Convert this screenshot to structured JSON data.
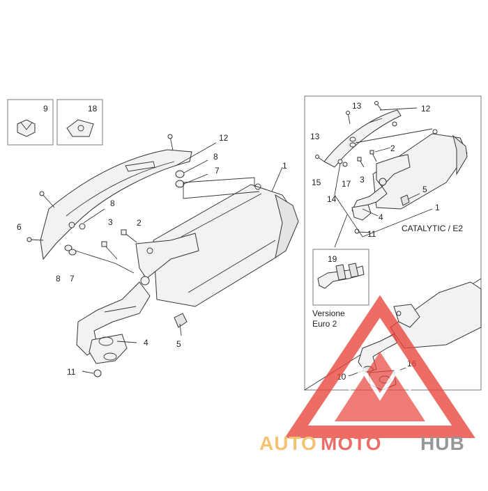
{
  "callouts": {
    "main": [
      "1",
      "2",
      "3",
      "4",
      "5",
      "6",
      "7",
      "7",
      "8",
      "8",
      "8",
      "9",
      "11",
      "12",
      "18"
    ],
    "inset": [
      "1",
      "2",
      "3",
      "4",
      "5",
      "11",
      "12",
      "13",
      "13",
      "14",
      "15",
      "17",
      "19",
      "10",
      "16"
    ]
  },
  "labels": {
    "catalytic": "CATALYTIC / E2",
    "versione": "Versione",
    "euro2": "Euro 2"
  },
  "watermark": {
    "part1": "AUTO",
    "part2": "MOTO",
    "part3": "HUB",
    "color1": "#f3b24a",
    "color2": "#e8453c",
    "color3": "#7a7a7a"
  }
}
